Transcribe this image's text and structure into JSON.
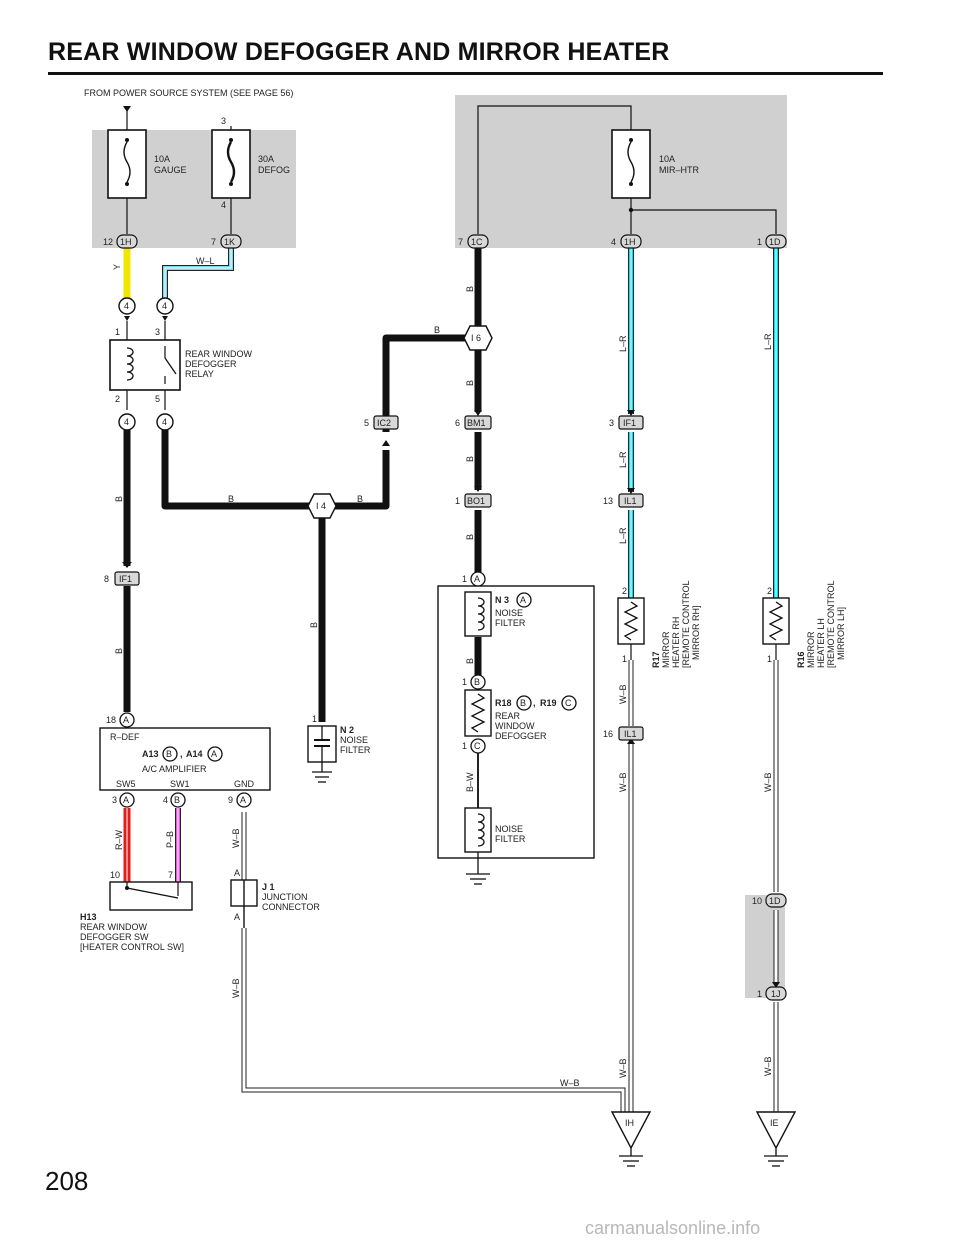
{
  "page": {
    "title": "REAR WINDOW DEFOGGER AND MIRROR HEATER",
    "page_number": "208",
    "watermark": "carmanualsonline.info",
    "source_note": "FROM POWER SOURCE SYSTEM (SEE PAGE 56)"
  },
  "colors": {
    "fuse_block": "#d0d0d0",
    "wire_black": "#111111",
    "wire_yellow": "#f2e600",
    "wire_light_blue": "#7fd8e8",
    "wire_cyan": "#00e0f0",
    "wire_red": "#e21b1b",
    "wire_pink": "#e65be0"
  },
  "fuses": {
    "gauge": {
      "l1": "10A",
      "l2": "GAUGE"
    },
    "defog": {
      "l1": "30A",
      "l2": "DEFOG",
      "pin_top": "3",
      "pin_bottom": "4"
    },
    "mir_htr": {
      "l1": "10A",
      "l2": "MIR–HTR"
    }
  },
  "connectors": {
    "c_1h_a": {
      "pin": "12",
      "id": "1H"
    },
    "c_1k": {
      "pin": "7",
      "id": "1K"
    },
    "c_1c": {
      "pin": "7",
      "id": "1C"
    },
    "c_1h_b": {
      "pin": "4",
      "id": "1H"
    },
    "c_1d_a": {
      "pin": "1",
      "id": "1D"
    },
    "c_ic2": {
      "pin": "5",
      "id": "IC2"
    },
    "c_bm1": {
      "pin": "6",
      "id": "BM1"
    },
    "c_bo1": {
      "pin": "1",
      "id": "BO1"
    },
    "c_if1_a": {
      "pin": "8",
      "id": "IF1"
    },
    "c_if1_b": {
      "pin": "3",
      "id": "IF1"
    },
    "c_il1_a": {
      "pin": "13",
      "id": "IL1"
    },
    "c_il1_b": {
      "pin": "16",
      "id": "IL1"
    },
    "c_1d_b": {
      "pin": "10",
      "id": "1D"
    },
    "c_1j": {
      "pin": "1",
      "id": "1J"
    }
  },
  "relay_pins": {
    "p4a": "4",
    "p4b": "4",
    "p4c": "4",
    "p4d": "4",
    "n1": "1",
    "n3": "3",
    "n2": "2",
    "n5": "5"
  },
  "relay": {
    "l1": "REAR WINDOW",
    "l2": "DEFOGGER",
    "l3": "RELAY"
  },
  "splices": {
    "i6": "I 6",
    "i4": "I 4"
  },
  "wire_labels": {
    "y": "Y",
    "wl": "W–L",
    "b": "B",
    "lr": "L–R",
    "wb": "W–B",
    "rw": "R–W",
    "pb": "P–B",
    "bw": "B–W"
  },
  "amplifier": {
    "pin_top": "18",
    "pin_top_id": "A",
    "rdef": "R–DEF",
    "name_a13": "A13",
    "id_b": "B",
    "name_a14": "A14",
    "id_a": "A",
    "label": "A/C AMPLIFIER",
    "sw5": "SW5",
    "sw1": "SW1",
    "gnd": "GND",
    "pin3": "3",
    "pin3_id": "A",
    "pin4": "4",
    "pin4_id": "B",
    "pin9": "9",
    "pin9_id": "A"
  },
  "switch": {
    "pin10": "10",
    "pin7": "7",
    "code": "H13",
    "l1": "REAR WINDOW",
    "l2": "DEFOGGER SW",
    "l3": "[HEATER CONTROL SW]"
  },
  "junction": {
    "pinA_top": "A",
    "pinA_bottom": "A",
    "code": "J 1",
    "l1": "JUNCTION",
    "l2": "CONNECTOR"
  },
  "n2": {
    "pin": "1",
    "code": "N 2",
    "l1": "NOISE",
    "l2": "FILTER"
  },
  "n3": {
    "pin": "1",
    "pin_id": "A",
    "code": "N 3",
    "id": "A",
    "l1": "NOISE",
    "l2": "FILTER"
  },
  "defogger": {
    "pin1": "1",
    "pin1_id": "B",
    "code1": "R18",
    "id1": "B",
    "code2": "R19",
    "id2": "C",
    "sep": ",",
    "l1": "REAR",
    "l2": "WINDOW",
    "l3": "DEFOGGER",
    "pin2": "1",
    "pin2_id": "C"
  },
  "nf2": {
    "l1": "NOISE",
    "l2": "FILTER"
  },
  "r17": {
    "pin_top": "2",
    "pin_bottom": "1",
    "code": "R17",
    "l1": "MIRROR",
    "l2": "HEATER RH",
    "l3": "[REMOTE CONTROL",
    "l4": "MIRROR RH]"
  },
  "r16": {
    "pin_top": "2",
    "pin_bottom": "1",
    "code": "R16",
    "l1": "MIRROR",
    "l2": "HEATER LH",
    "l3": "[REMOTE CONTROL",
    "l4": "MIRROR LH]"
  },
  "grounds": {
    "ih": "IH",
    "ie": "IE"
  }
}
